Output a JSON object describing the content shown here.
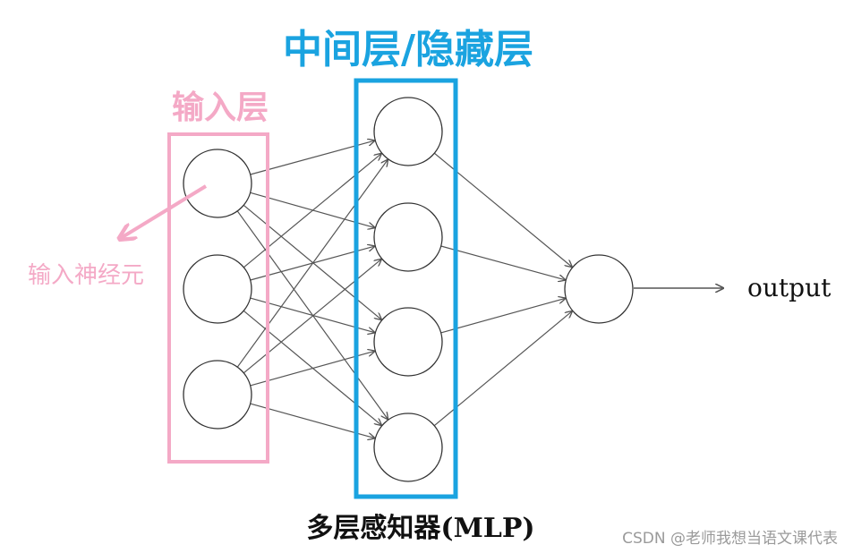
{
  "labels": {
    "hidden_layer_title": "中间层/隐藏层",
    "input_layer_title": "输入层",
    "input_neuron": "输入神经元",
    "output": "output",
    "mlp": "多层感知器(MLP)",
    "watermark": "CSDN @老师我想当语文课代表"
  },
  "layers": {
    "input_count": 3,
    "hidden_count": 4,
    "output_count": 1
  },
  "colors": {
    "hidden_box": "#1aa3e0",
    "input_box": "#f4a9c6",
    "edge": "#555555",
    "node_stroke": "#333333",
    "text_dark": "#111111",
    "watermark": "#9a9a9a"
  }
}
